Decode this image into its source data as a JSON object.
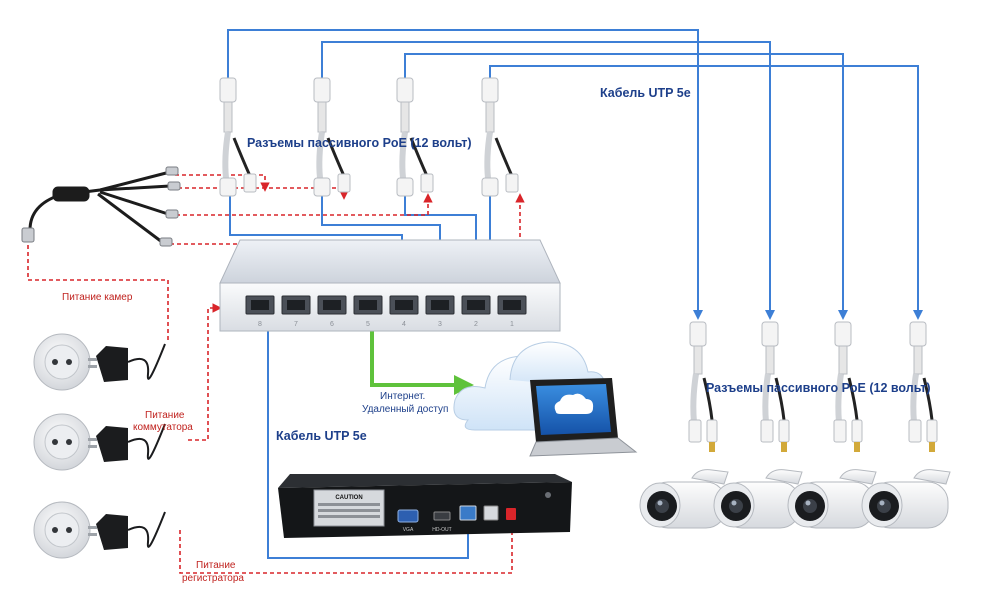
{
  "labels": {
    "poe_top": "Разъемы пассивного PoE (12 вольт)",
    "poe_bottom": "Разъемы пассивного PoE (12 вольт)",
    "utp_top": "Кабель UTP 5e",
    "utp_mid": "Кабель UTP 5e",
    "power_cams": "Питание камер",
    "power_switch_1": "Питание",
    "power_switch_2": "коммутатора",
    "power_rec_1": "Питание",
    "power_rec_2": "регистратора",
    "internet_1": "Интернет.",
    "internet_2": "Удаленный доступ"
  },
  "switch": {
    "port_numbers": [
      "8",
      "7",
      "6",
      "5",
      "4",
      "3",
      "2",
      "1"
    ]
  },
  "recorder": {
    "caution": "CAUTION",
    "vga": "VGA",
    "hdout": "HD-OUT"
  },
  "colors": {
    "utp_cable": "#3d7fd6",
    "power_line": "#d9252a",
    "internet_line": "#5fc23b"
  }
}
